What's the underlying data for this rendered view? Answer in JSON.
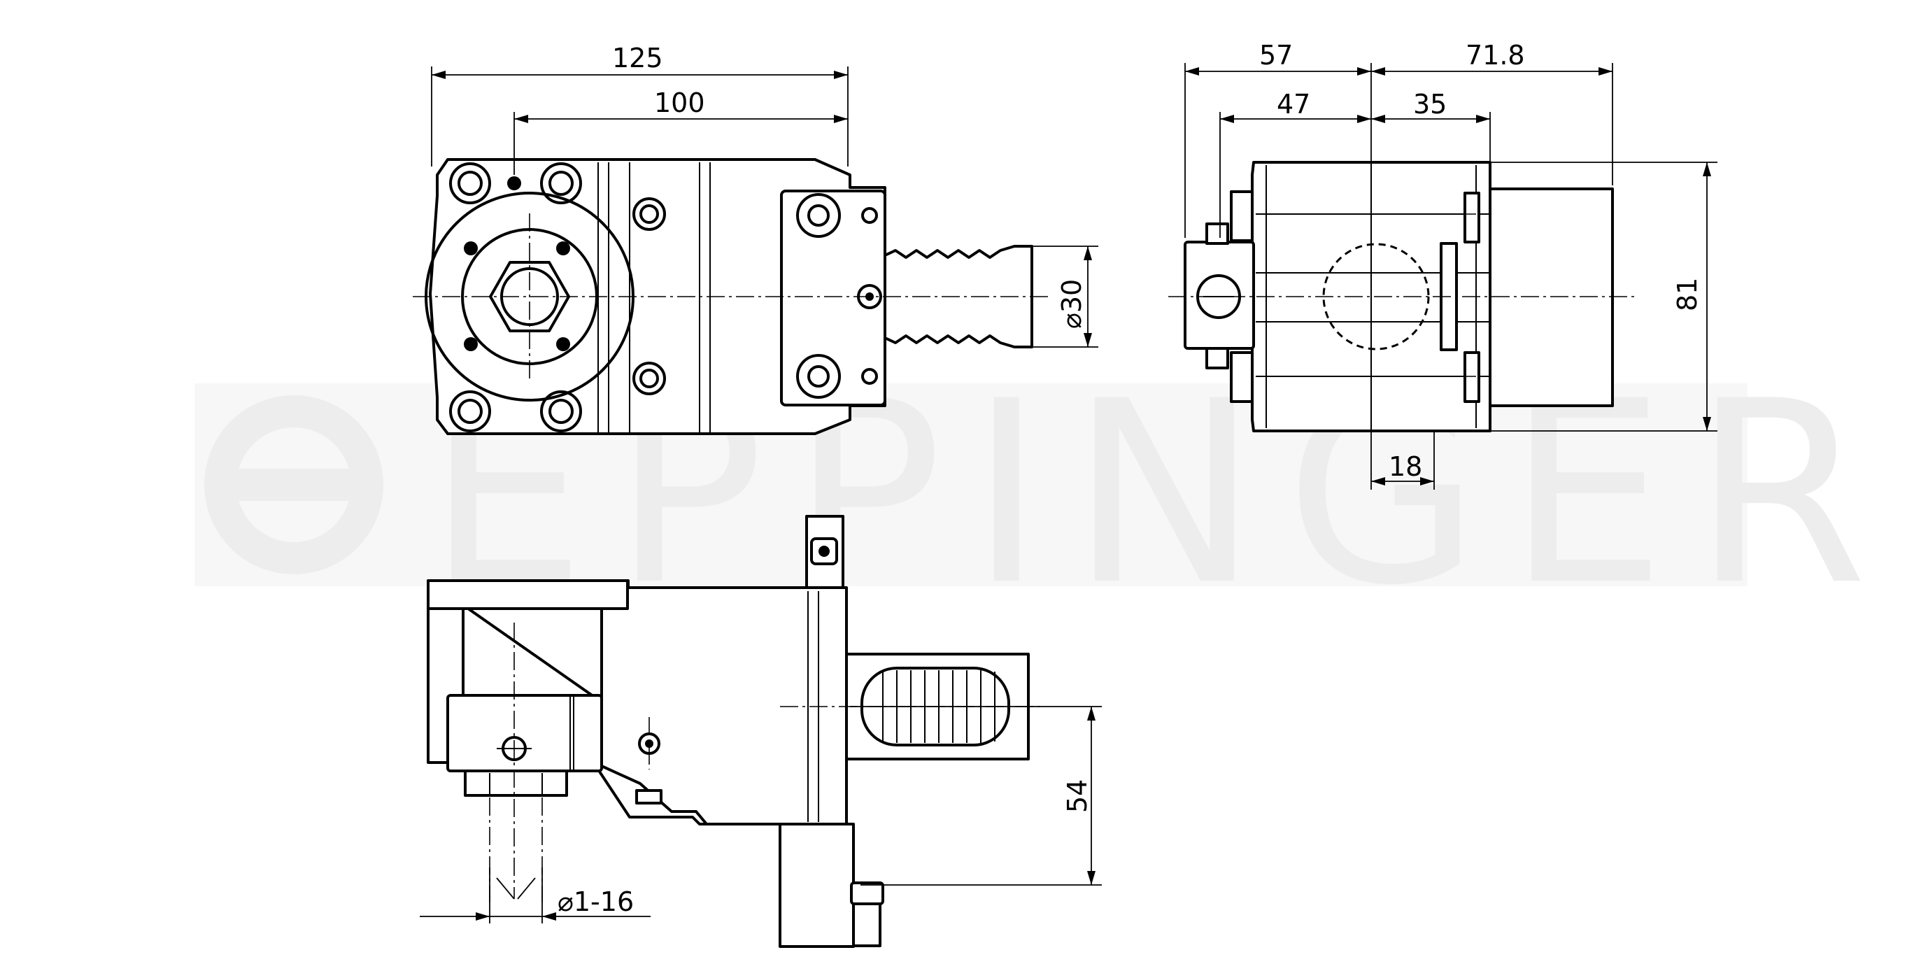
{
  "brand": {
    "watermark_text": "EPPINGER",
    "watermark_color": "#ededed"
  },
  "dimensions": {
    "front_overall_width": "125",
    "front_inner_width": "100",
    "shank_diameter": "⌀30",
    "side_left_width": "57",
    "side_right_width": "71.8",
    "side_inner_left": "47",
    "side_inner_right": "35",
    "side_height": "81",
    "side_offset": "18",
    "bottom_height": "54",
    "bottom_collet_range": "⌀1-16"
  },
  "colors": {
    "line": "#000000",
    "background": "#ffffff"
  }
}
